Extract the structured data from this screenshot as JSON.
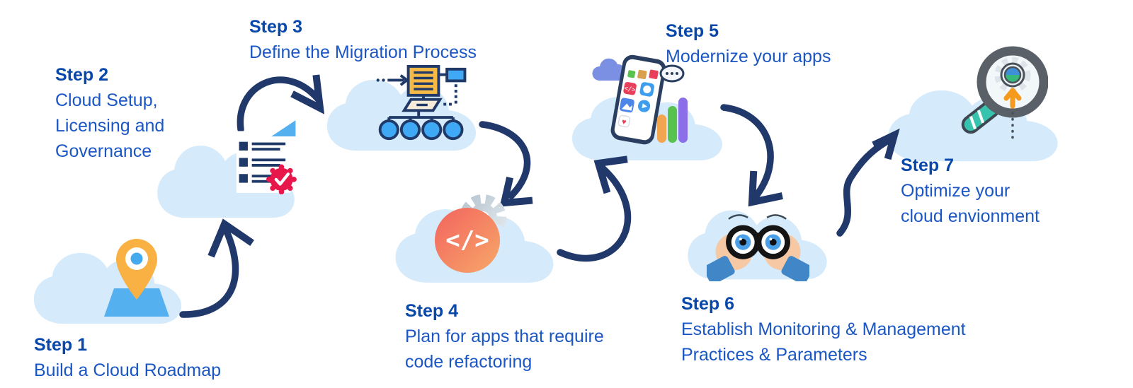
{
  "steps": [
    {
      "id": 1,
      "label": "Step 1",
      "lines": [
        "Build a Cloud Roadmap"
      ],
      "icon": "map-pin-roadmap"
    },
    {
      "id": 2,
      "label": "Step 2",
      "lines": [
        "Cloud Setup,",
        "Licensing and",
        "Governance"
      ],
      "icon": "checklist-badge"
    },
    {
      "id": 3,
      "label": "Step 3",
      "lines": [
        "Define the Migration Process"
      ],
      "icon": "flowchart"
    },
    {
      "id": 4,
      "label": "Step 4",
      "lines": [
        "Plan for apps that require",
        "code refactoring"
      ],
      "icon": "code-gear"
    },
    {
      "id": 5,
      "label": "Step 5",
      "lines": [
        "Modernize your apps"
      ],
      "icon": "smartphone-apps"
    },
    {
      "id": 6,
      "label": "Step 6",
      "lines": [
        "Establish Monitoring & Management",
        "Practices & Parameters"
      ],
      "icon": "binoculars"
    },
    {
      "id": 7,
      "label": "Step 7",
      "lines": [
        "Optimize your",
        "cloud envionment"
      ],
      "icon": "magnifier-gear"
    }
  ],
  "connections": [
    {
      "from": 1,
      "to": 2
    },
    {
      "from": 2,
      "to": 3
    },
    {
      "from": 3,
      "to": 4
    },
    {
      "from": 4,
      "to": 5
    },
    {
      "from": 5,
      "to": 6
    },
    {
      "from": 6,
      "to": 7
    }
  ],
  "colors": {
    "step_label": "#0948ab",
    "step_text": "#1a56c4",
    "cloud_fill": "#d5eafb",
    "connector": "#21386b",
    "icon_navy": "#1f3a68",
    "pin_orange": "#f9b143",
    "map_blue": "#55b0ef",
    "badge_red": "#e8174b",
    "flow_orange": "#f5b945",
    "flow_blue": "#3fa9f5",
    "code_coral_start": "#f2635f",
    "code_coral_end": "#f7a868",
    "gear_gray": "#c6d2da",
    "bar_orange": "#f2a551",
    "bar_green": "#57c24e",
    "bar_purple": "#8b6ee8",
    "eye_blue": "#4ba0e8",
    "skin": "#f6c9a4",
    "sleeve_blue": "#4186c6",
    "magnifier_ring": "#5a6067",
    "magnifier_teal": "#38c3ae",
    "magnifier_arrow_orange": "#f59a1d"
  }
}
